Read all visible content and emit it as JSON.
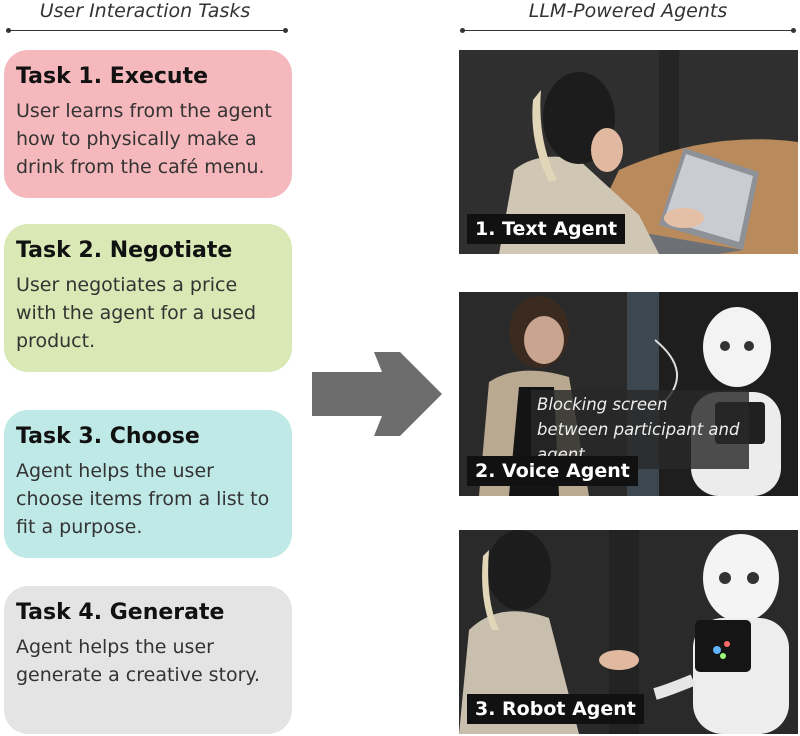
{
  "headers": {
    "left": "User Interaction Tasks",
    "right": "LLM-Powered Agents"
  },
  "tasks": [
    {
      "title": "Task 1. Execute",
      "desc": "User learns from the agent how to physically make a drink from the café menu.",
      "color": "#f5b8bd"
    },
    {
      "title": "Task 2. Negotiate",
      "desc": "User negotiates a price with the agent for a used product.",
      "color": "#d9e8b4"
    },
    {
      "title": "Task 3. Choose",
      "desc": "Agent helps the user choose items from a list to fit a purpose.",
      "color": "#bfe9e6"
    },
    {
      "title": "Task 4. Generate",
      "desc": "Agent helps the user generate a creative story.",
      "color": "#e4e4e4"
    }
  ],
  "agents": [
    {
      "label": "1. Text Agent"
    },
    {
      "label": "2. Voice Agent",
      "annotation": "Blocking screen between participant and agent"
    },
    {
      "label": "3. Robot Agent"
    }
  ],
  "colors": {
    "arrow": "#6d6d6d"
  }
}
